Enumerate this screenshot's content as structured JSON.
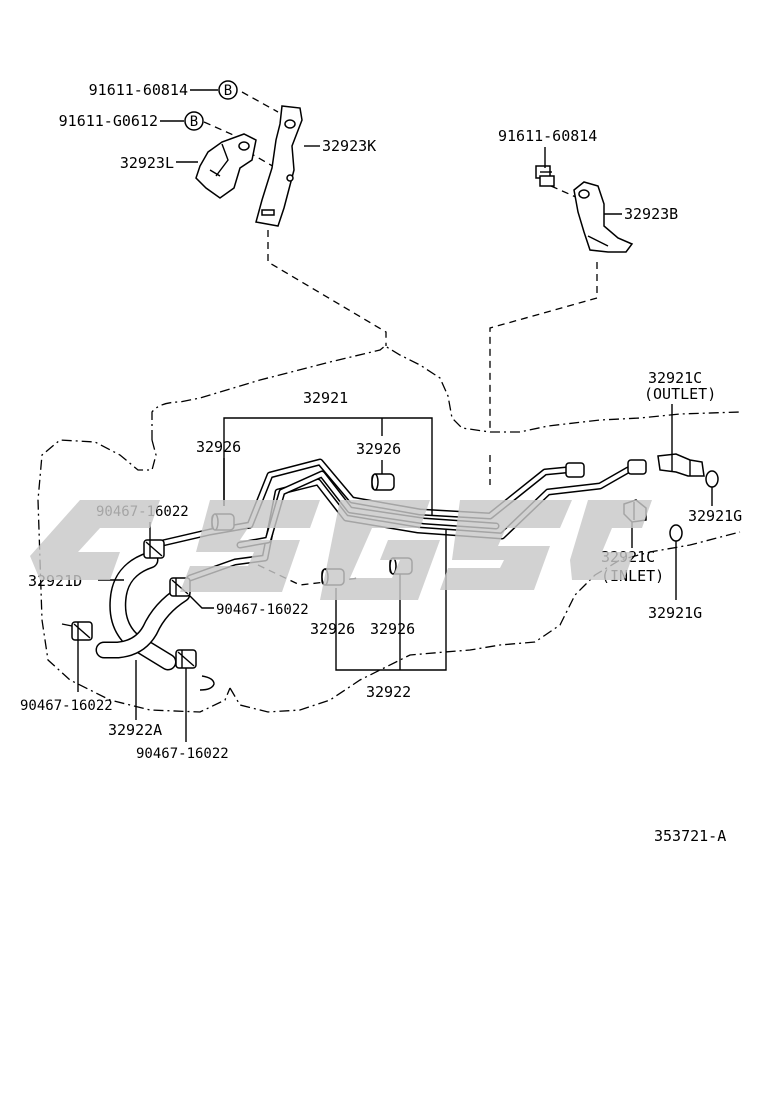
{
  "diagram": {
    "reference_code": "353721-A",
    "callout_symbol": "B",
    "labels": {
      "bolt_a": "91611-60814",
      "bolt_b": "91611-G0612",
      "bolt_c": "91611-60814",
      "bracket_k": "32923K",
      "bracket_l": "32923L",
      "bracket_b": "32923B",
      "tube_set_upper": "32921",
      "tube_set_lower": "32922",
      "grommet_1": "32926",
      "grommet_2": "32926",
      "grommet_3": "32926",
      "grommet_4": "32926",
      "union_outlet_code": "32921C",
      "union_outlet_note": "(OUTLET)",
      "union_inlet_code": "32921C",
      "union_inlet_note": "(INLET)",
      "gasket_1": "32921G",
      "gasket_2": "32921G",
      "hose_d": "32921D",
      "hose_a": "32922A",
      "clip_1": "90467-16022",
      "clip_2": "90467-16022",
      "clip_3": "90467-16022",
      "clip_4": "90467-16022"
    }
  },
  "colors": {
    "line": "#000000",
    "background": "#ffffff",
    "watermark": "#c8c8c8"
  }
}
